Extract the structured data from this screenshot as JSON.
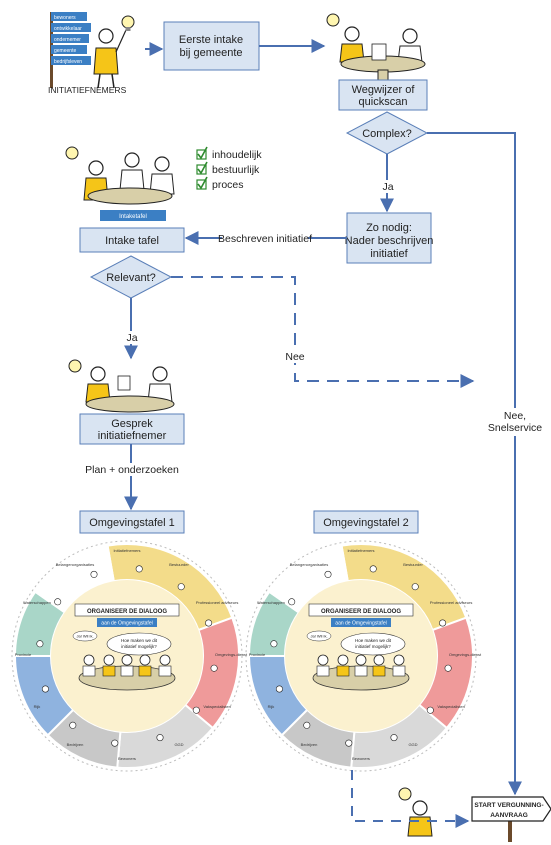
{
  "initiators_label": "INITIATIEFNEMERS",
  "signpost_words": [
    "bewoners",
    "ontwikkelaar",
    "ondernemer",
    "gemeente",
    "bedrijfsleven"
  ],
  "boxes": {
    "intake": [
      "Eerste intake",
      "bij gemeente"
    ],
    "quickscan": [
      "Wegwijzer of",
      "quickscan"
    ],
    "describe": [
      "Zo nodig:",
      "Nader beschrijven",
      "initiatief"
    ],
    "intake_table": "Intake tafel",
    "conversation": [
      "Gesprek",
      "initiatiefnemer"
    ],
    "table1": "Omgevingstafel 1",
    "table2": "Omgevingstafel 2",
    "start": [
      "START VERGUNNING-",
      "AANVRAAG"
    ]
  },
  "decisions": {
    "complex": "Complex?",
    "relevant": "Relevant?"
  },
  "checklist": [
    "inhoudelijk",
    "bestuurlijk",
    "proces"
  ],
  "intake_sign": "Intaketafel",
  "edges": {
    "ja1": "Ja",
    "described": "Beschreven initiatief",
    "ja2": "Ja",
    "nee": "Nee",
    "nee_snel": [
      "Nee,",
      "Snelservice"
    ],
    "plan": "Plan + onderzoeken"
  },
  "wheel": {
    "banner": "ORGANISEER DE DIALOOG",
    "sub": "aan de Omgevingstafel",
    "bubble": [
      "Hoe maken we dit",
      "initiatief mogelijk?"
    ],
    "hand": "Ja! Wil ik.",
    "roles": [
      "Initiatiefnemers",
      "Bestuurder",
      "Professioneel adviseurs",
      "Omgevings-dienst",
      "Vakspecialisten",
      "GGD",
      "Bewoners",
      "Bedrijven",
      "Rijk",
      "Provincie",
      "Waterschappen",
      "Belangenorganisaties"
    ]
  },
  "colors": {
    "line": "#4a6fb0",
    "box": "#d9e4f2",
    "box_border": "#5a7fb8",
    "decision": "#d9e4f2",
    "yellow": "#f5c518",
    "check": "#2e8b2e"
  }
}
